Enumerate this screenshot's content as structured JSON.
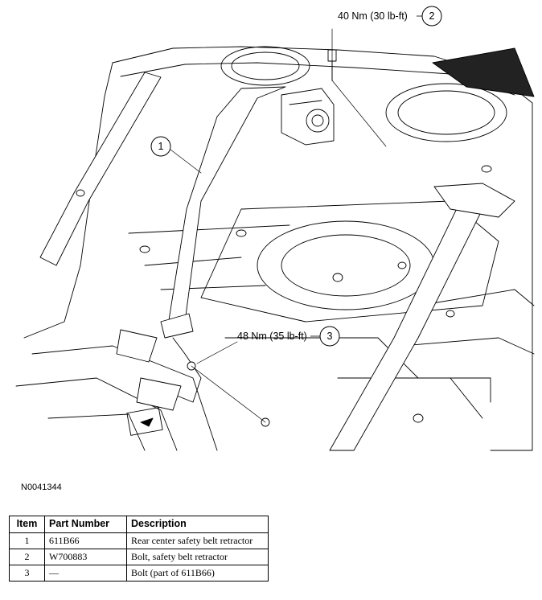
{
  "callouts": [
    {
      "number": "1",
      "label": ""
    },
    {
      "number": "2",
      "label": "40 Nm (30 lb-ft)"
    },
    {
      "number": "3",
      "label": "48 Nm (35 lb-ft)"
    }
  ],
  "figure_id": "N0041344",
  "table": {
    "headers": [
      "Item",
      "Part Number",
      "Description"
    ],
    "rows": [
      {
        "item": "1",
        "part_number": "611B66",
        "description": "Rear center safety belt retractor"
      },
      {
        "item": "2",
        "part_number": "W700883",
        "description": "Bolt, safety belt retractor"
      },
      {
        "item": "3",
        "part_number": "—",
        "description": "Bolt (part of 611B66)"
      }
    ]
  }
}
